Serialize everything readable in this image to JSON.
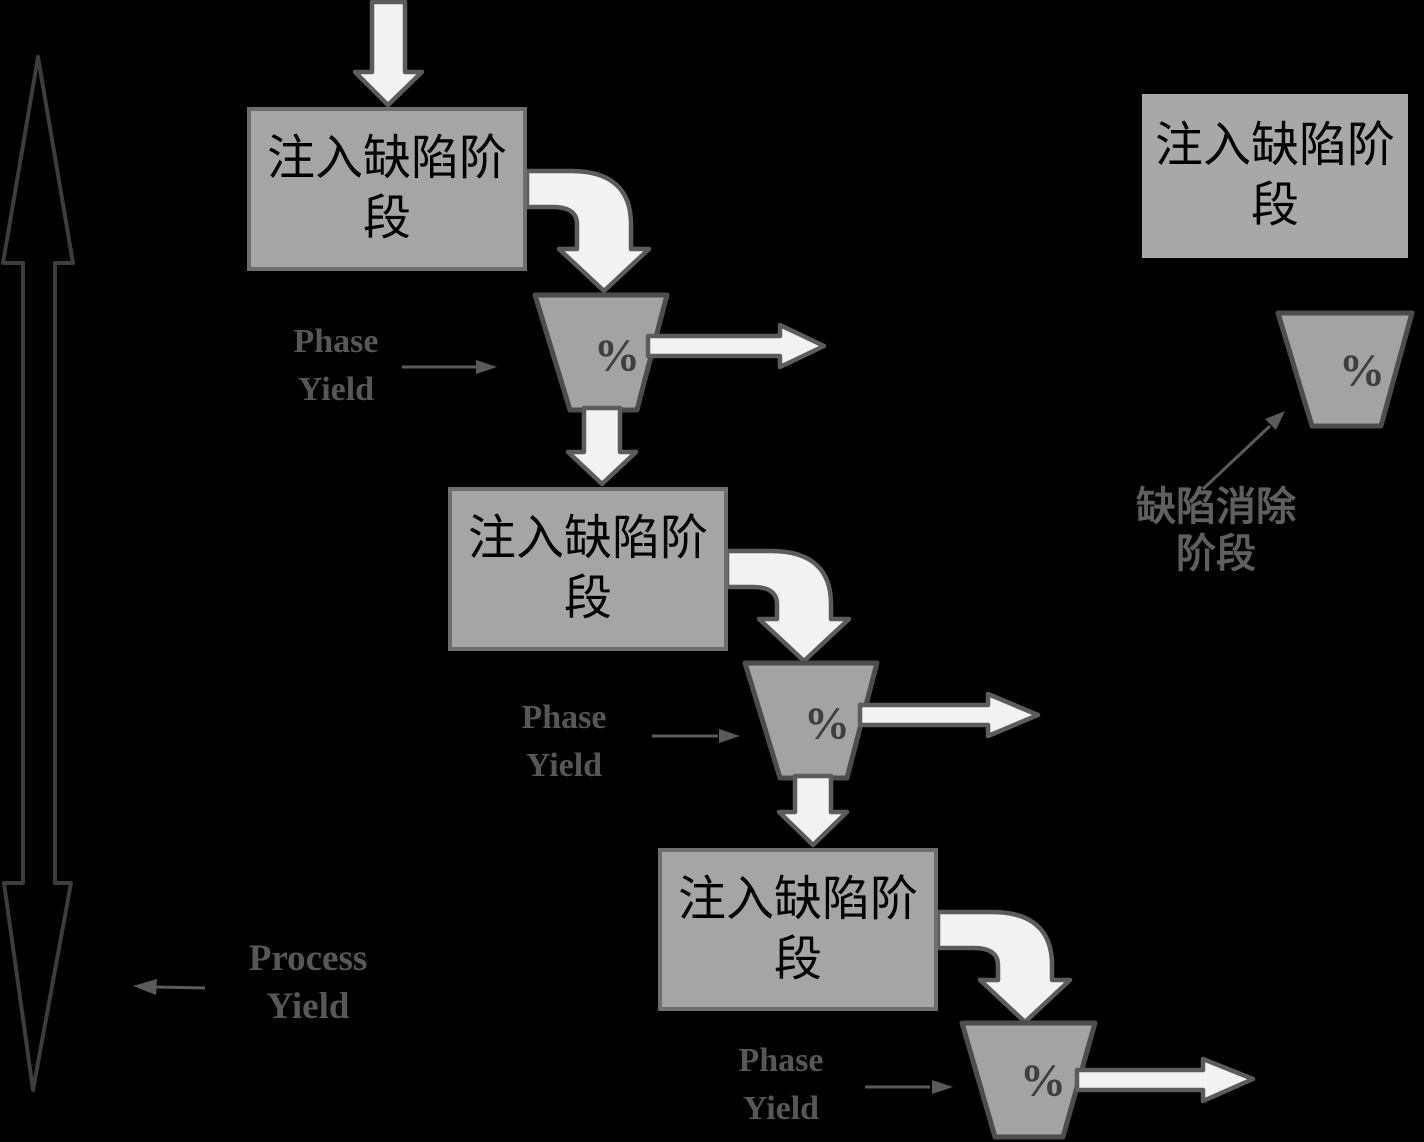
{
  "diagram": {
    "title_hint": "defect injection / removal phase-yield flow",
    "background_color": "#000000",
    "flow": {
      "stage_label": "注入缺陷阶段",
      "phase_yield_label": "Phase Yield",
      "process_yield_label": "Process Yield",
      "percent_symbol": "%"
    },
    "legend": {
      "injection_stage_label": "注入缺陷阶段",
      "elimination_stage_label": "缺陷消除阶段",
      "percent_symbol": "%"
    },
    "colors": {
      "stage_box_fill": "#a5a5a5",
      "stage_box_border": "#6e6e6e",
      "funnel_fill": "#a3a3a3",
      "funnel_border": "#4d4d4d",
      "flow_arrow_fill": "#f2f2f2",
      "flow_arrow_border": "#5c5c5c",
      "label_text": "#5a5a5a",
      "process_span_arrow": "#3d3d3d",
      "stage_box_text": "#000000",
      "percent_text": "#3f3f3f"
    }
  }
}
